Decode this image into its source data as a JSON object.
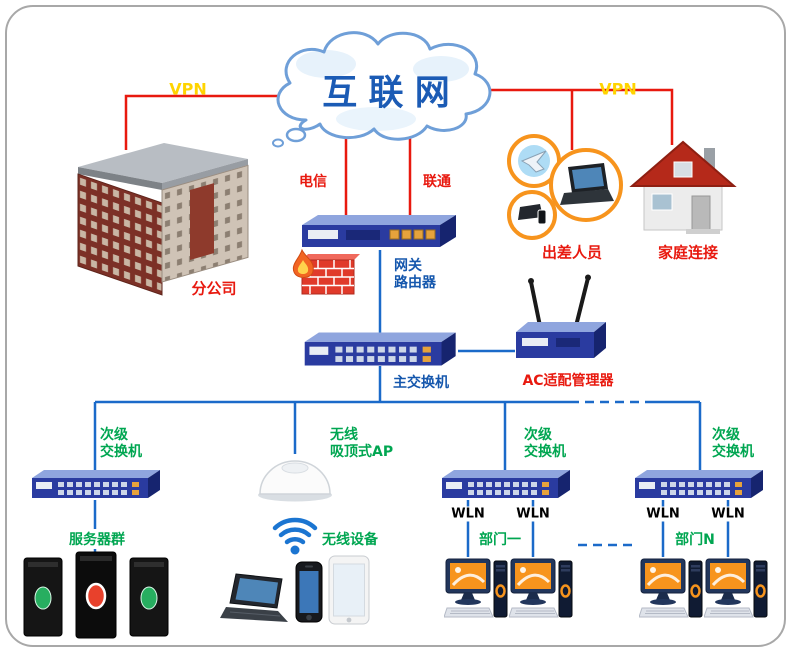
{
  "labels": {
    "internet": "互联网",
    "vpn": "VPN",
    "telecom": "电信",
    "unicom": "联通",
    "branch_office": "分公司",
    "gateway": {
      "line1": "网关",
      "line2": "路由器"
    },
    "business_travelers": "出差人员",
    "home_connection": "家庭连接",
    "main_switch": "主交换机",
    "ac_manager": "AC适配管理器",
    "secondary_switch": {
      "line1": "次级",
      "line2": "交换机"
    },
    "ceiling_ap": {
      "line1": "无线",
      "line2": "吸顶式AP"
    },
    "server_group": "服务器群",
    "wireless_devices": "无线设备",
    "wln": "WLN",
    "department_one": "部门一",
    "department_n": "部门N"
  },
  "colors": {
    "vpn_text": "#ffd400",
    "wan_lines": "#e8190f",
    "lan_lines": "#1b6ac9",
    "group_labels": "#00a651",
    "device_labels_blue": "#1557ad",
    "site_labels_red": "#e8190f",
    "internet_text": "#1b5bb5"
  }
}
